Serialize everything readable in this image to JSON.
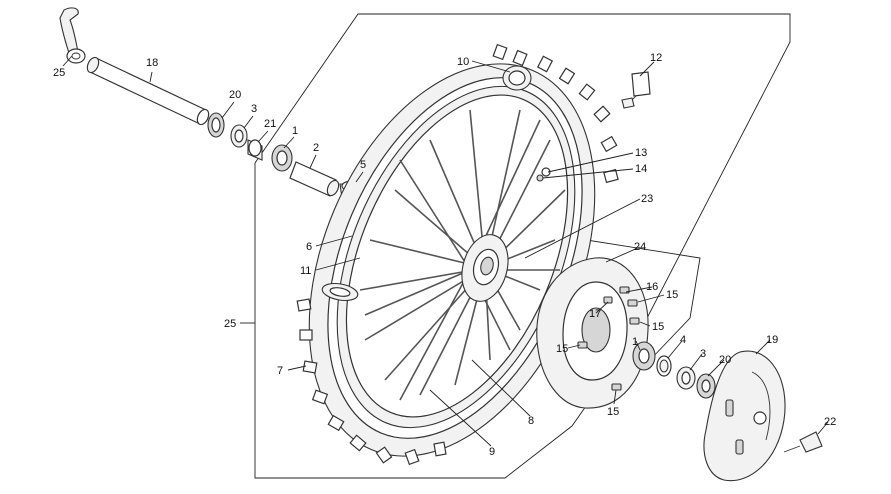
{
  "callouts": {
    "c1a": "1",
    "c1b": "1",
    "c2": "2",
    "c3a": "3",
    "c3b": "3",
    "c4": "4",
    "c5": "5",
    "c6": "6",
    "c7": "7",
    "c8": "8",
    "c9": "9",
    "c10": "10",
    "c11": "11",
    "c12": "12",
    "c13": "13",
    "c14": "14",
    "c15a": "15",
    "c15b": "15",
    "c15c": "15",
    "c15d": "15",
    "c16": "16",
    "c17": "17",
    "c18": "18",
    "c19": "19",
    "c20a": "20",
    "c20b": "20",
    "c21": "21",
    "c22": "22",
    "c23": "23",
    "c24": "24",
    "c25a": "25",
    "c25b": "25"
  }
}
